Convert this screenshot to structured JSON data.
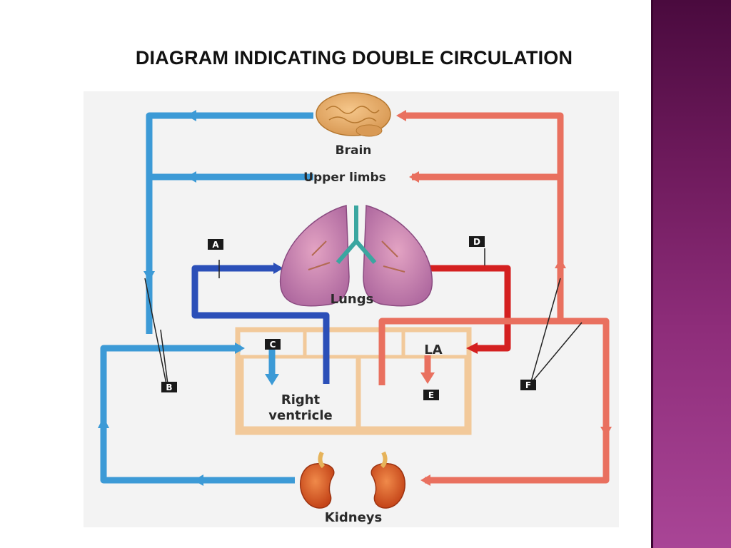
{
  "slide": {
    "title": "DIAGRAM INDICATING DOUBLE CIRCULATION"
  },
  "diagram": {
    "organs": {
      "brain": "Brain",
      "upper_limbs": "Upper limbs",
      "lungs": "Lungs",
      "right_ventricle_line1": "Right",
      "right_ventricle_line2": "ventricle",
      "left_atrium": "LA",
      "kidneys": "Kidneys"
    },
    "markers": {
      "a": "A",
      "b": "B",
      "c": "C",
      "d": "D",
      "e": "E",
      "f": "F"
    },
    "colors": {
      "deoxygenated_systemic": "#3c9ad6",
      "deoxygenated_pulmonary": "#2b4fb8",
      "oxygenated_pulmonary": "#d42020",
      "oxygenated_systemic": "#e9705f",
      "heart_outline": "#f2c99a",
      "sidebar_accent": "#8e2d7a"
    }
  }
}
